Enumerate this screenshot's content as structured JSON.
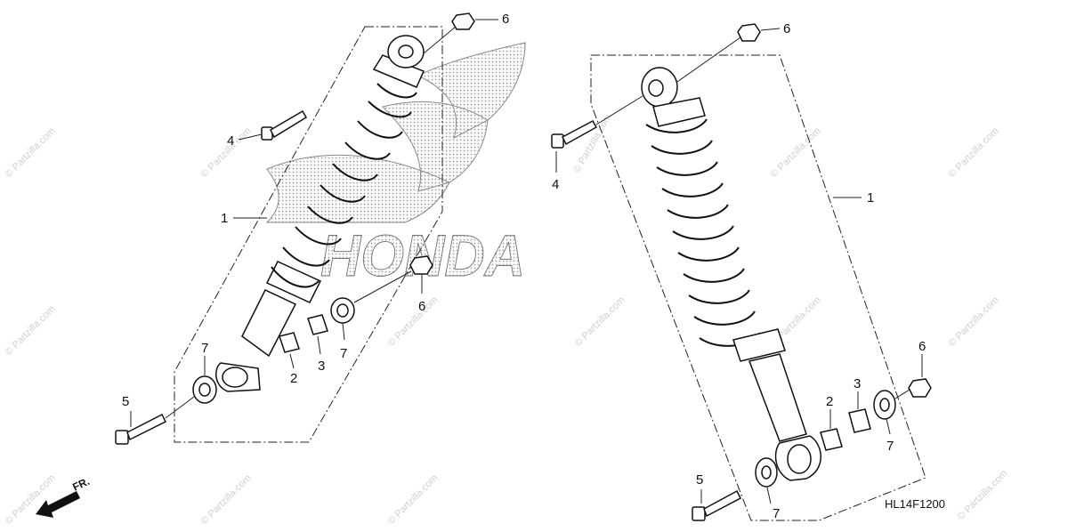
{
  "watermark": {
    "text": "© Partzilla.com"
  },
  "brand_logo": {
    "text": "HONDA"
  },
  "diagram_code": "HL14F1200",
  "direction_label": "FR.",
  "callouts": {
    "left": {
      "c1": "1",
      "c2": "2",
      "c3": "3",
      "c4": "4",
      "c5": "5",
      "c6_top": "6",
      "c6_mid": "6",
      "c7_a": "7",
      "c7_b": "7"
    },
    "right": {
      "c1": "1",
      "c2": "2",
      "c3": "3",
      "c4": "4",
      "c5": "5",
      "c6_top": "6",
      "c6_mid": "6",
      "c7_a": "7",
      "c7_b": "7"
    }
  },
  "colors": {
    "line": "#111111",
    "watermark": "#cfcfcf",
    "logo_dots": "#9a9a9a"
  }
}
